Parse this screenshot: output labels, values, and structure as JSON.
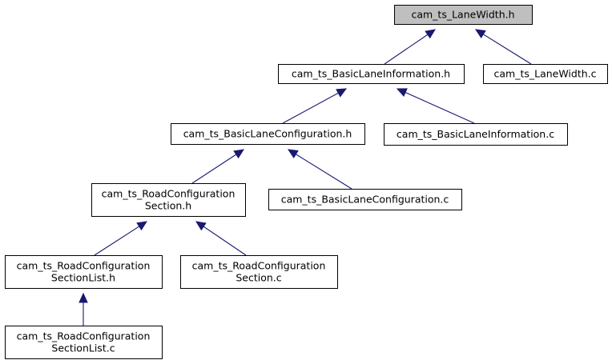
{
  "graph": {
    "nodes": [
      {
        "id": "n0",
        "lines": [
          "cam_ts_LaneWidth.h"
        ],
        "current": true
      },
      {
        "id": "n1",
        "lines": [
          "cam_ts_BasicLaneInformation.h"
        ]
      },
      {
        "id": "n2",
        "lines": [
          "cam_ts_LaneWidth.c"
        ]
      },
      {
        "id": "n3",
        "lines": [
          "cam_ts_BasicLaneConfiguration.h"
        ]
      },
      {
        "id": "n4",
        "lines": [
          "cam_ts_BasicLaneInformation.c"
        ]
      },
      {
        "id": "n5",
        "lines": [
          "cam_ts_RoadConfiguration",
          "Section.h"
        ]
      },
      {
        "id": "n6",
        "lines": [
          "cam_ts_BasicLaneConfiguration.c"
        ]
      },
      {
        "id": "n7",
        "lines": [
          "cam_ts_RoadConfiguration",
          "SectionList.h"
        ]
      },
      {
        "id": "n8",
        "lines": [
          "cam_ts_RoadConfiguration",
          "Section.c"
        ]
      },
      {
        "id": "n9",
        "lines": [
          "cam_ts_RoadConfiguration",
          "SectionList.c"
        ]
      }
    ],
    "edges": [
      {
        "from": "n1",
        "to": "n0"
      },
      {
        "from": "n2",
        "to": "n0"
      },
      {
        "from": "n3",
        "to": "n1"
      },
      {
        "from": "n4",
        "to": "n1"
      },
      {
        "from": "n5",
        "to": "n3"
      },
      {
        "from": "n6",
        "to": "n3"
      },
      {
        "from": "n7",
        "to": "n5"
      },
      {
        "from": "n8",
        "to": "n5"
      },
      {
        "from": "n9",
        "to": "n7"
      }
    ],
    "colors": {
      "edge": "#191970",
      "current_fill": "#bfbfbf",
      "border": "#000000"
    }
  }
}
